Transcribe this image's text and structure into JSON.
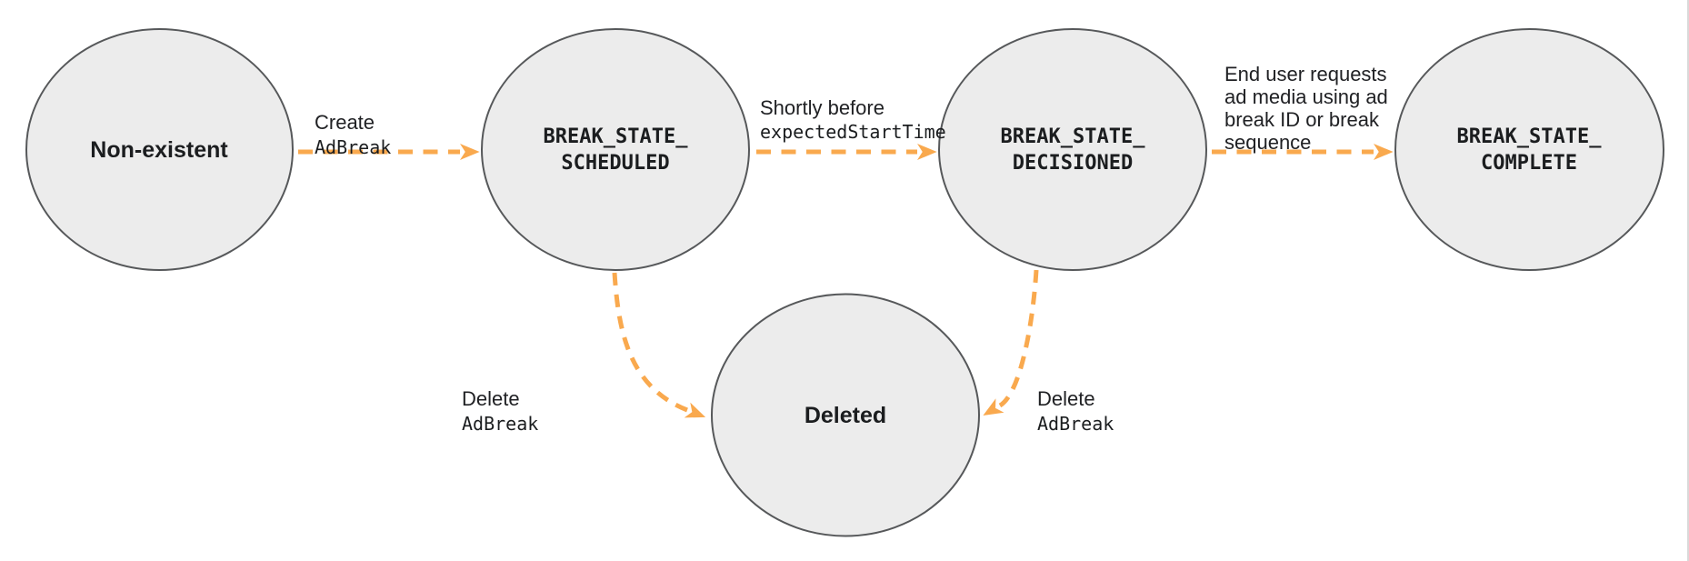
{
  "diagram": {
    "title": "Ad break state diagram",
    "colors": {
      "arrow_orange": "#f9a94e",
      "node_fill": "#ececec",
      "node_stroke": "#56585a",
      "text": "#202124",
      "page_border": "#d9d9d9"
    },
    "nodes": [
      {
        "id": "non-existent",
        "label": "Non-existent"
      },
      {
        "id": "break-state-scheduled",
        "label": "BREAK_STATE_\nSCHEDULED"
      },
      {
        "id": "break-state-decisioned",
        "label": "BREAK_STATE_\nDECISIONED"
      },
      {
        "id": "break-state-complete",
        "label": "BREAK_STATE_\nCOMPLETE"
      },
      {
        "id": "deleted",
        "label": "Deleted"
      }
    ],
    "edges": [
      {
        "from": "non-existent",
        "to": "break-state-scheduled",
        "text": "Create",
        "code": "AdBreak"
      },
      {
        "from": "break-state-scheduled",
        "to": "break-state-decisioned",
        "text": "Shortly before",
        "code": "expectedStartTime"
      },
      {
        "from": "break-state-decisioned",
        "to": "break-state-complete",
        "text": "End user requests\nad media using ad\nbreak ID or break\nsequence",
        "code": ""
      },
      {
        "from": "break-state-scheduled",
        "to": "deleted",
        "text": "Delete",
        "code": "AdBreak"
      },
      {
        "from": "break-state-decisioned",
        "to": "deleted",
        "text": "Delete",
        "code": "AdBreak"
      }
    ]
  }
}
